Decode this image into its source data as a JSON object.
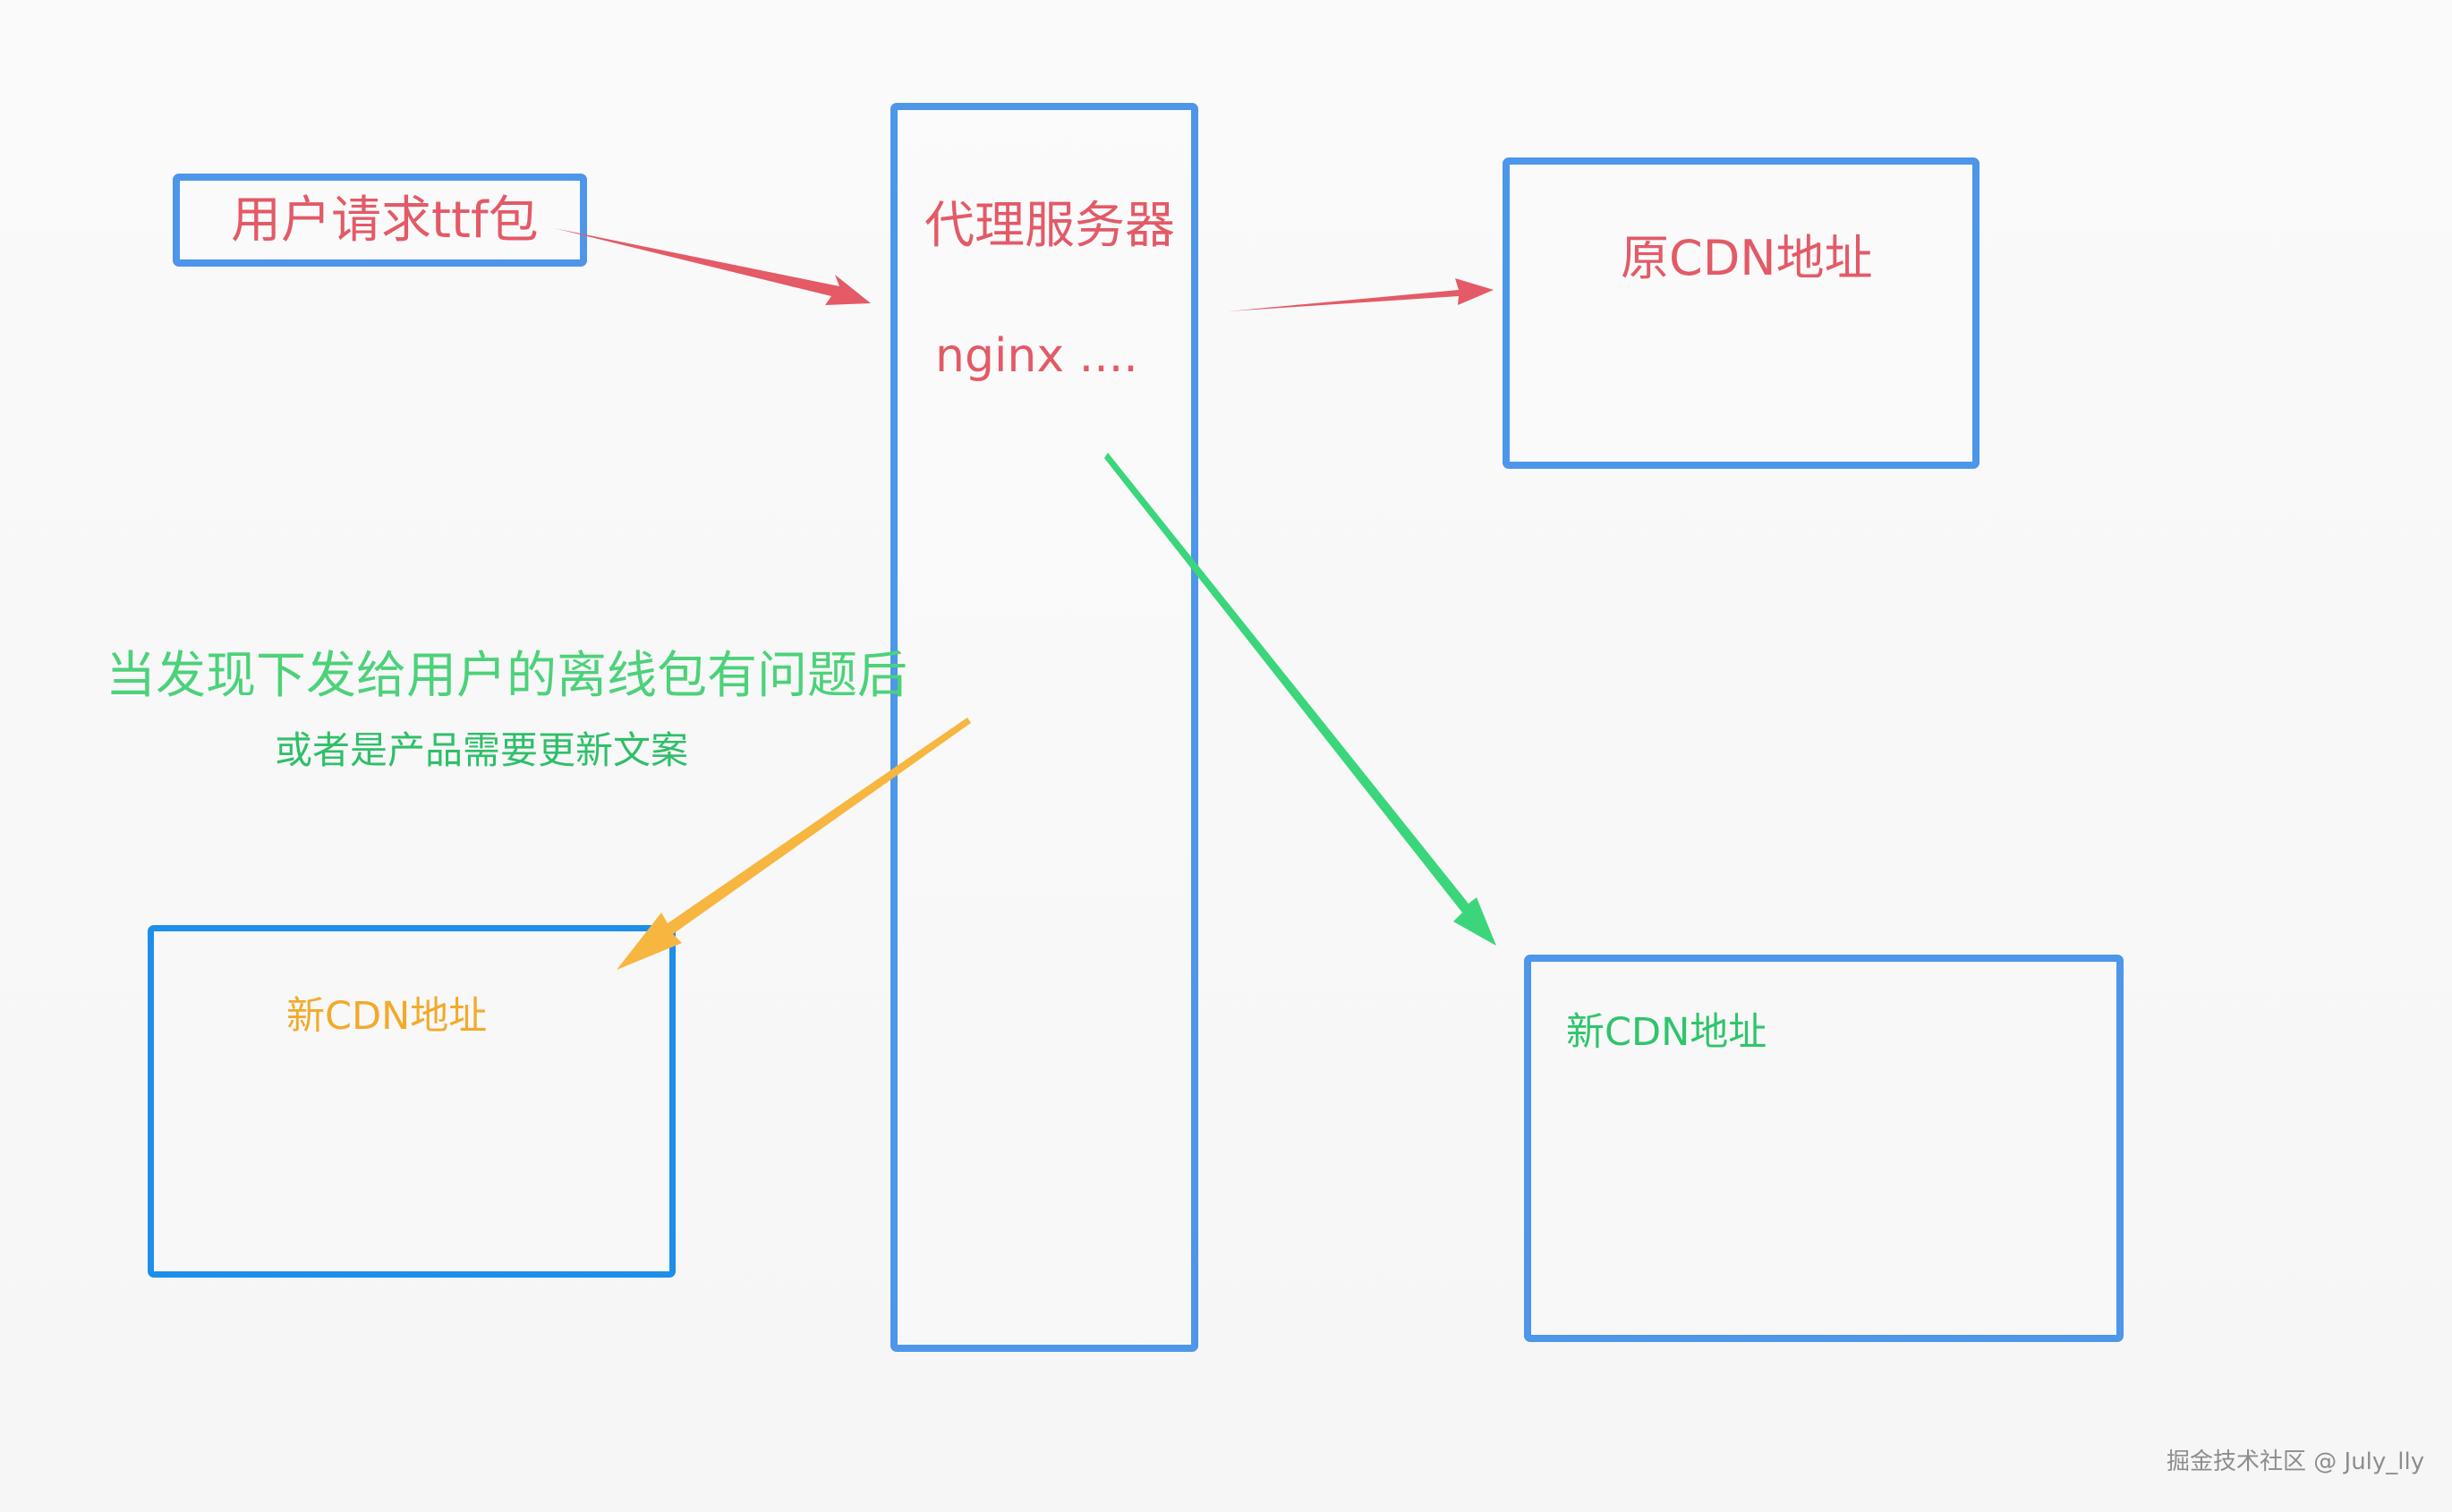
{
  "diagram": {
    "user_request": "用户请求ttf包",
    "proxy_server": "代理服务器",
    "proxy_detail": "nginx  ....",
    "origin_cdn": "原CDN地址",
    "problem_line_1": "当发现下发给用户的离线包有问题后",
    "problem_line_2": "或者是产品需要更新文案",
    "new_cdn_left": "新CDN地址",
    "new_cdn_right": "新CDN地址"
  },
  "watermark": "掘金技术社区 @ July_lly",
  "colors": {
    "box_border": "#4d96ea",
    "red_text_and_arrow": "#e35a67",
    "green_text_and_arrow": "#39d27a",
    "orange_text_and_arrow": "#f5b43f"
  }
}
